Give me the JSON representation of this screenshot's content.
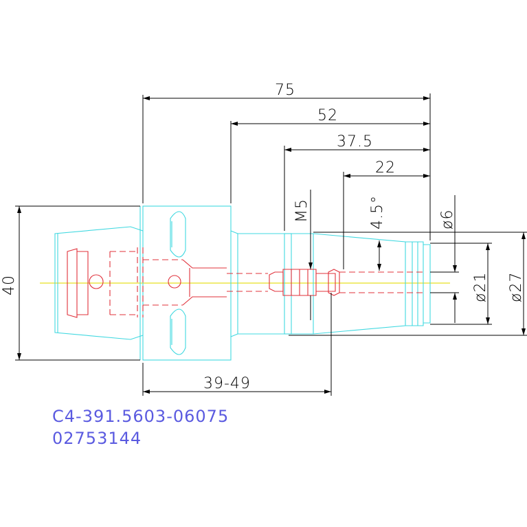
{
  "dimensions": {
    "overall_length": "75",
    "length_52": "52",
    "length_37_5": "37.5",
    "length_22": "22",
    "thread": "M5",
    "taper_angle": "4.5°",
    "dia_6": "ø6",
    "dia_21": "ø21",
    "dia_27": "ø27",
    "height_40": "40",
    "adjust_range": "39-49"
  },
  "caption": {
    "part_number": "C4-391.5603-06075",
    "item_code": "02753144",
    "color": "#5a5ae0"
  },
  "colors": {
    "outline": "#3fd8e0",
    "hidden": "#e0303a",
    "center": "#e8e020",
    "dimension": "#000000"
  }
}
